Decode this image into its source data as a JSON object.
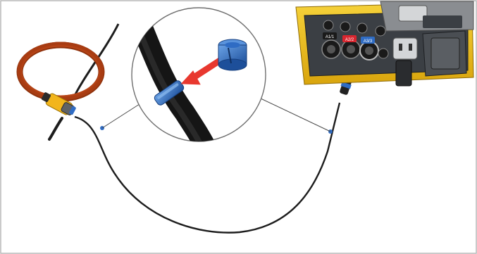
{
  "figure": {
    "colors": {
      "frame": "#b9b9b9",
      "cable": "#1d1d1d",
      "flex_coil": "#d9541f",
      "clamp_yellow": "#f2b51c",
      "marker_blue": "#2f6cc4",
      "pointer_red": "#e8382f",
      "instrument_yellow": "#f3c21e",
      "instrument_gray": "#3b3f44"
    },
    "icons": [
      "flexible-current-probe",
      "cable-marker-clip",
      "instrument-input-panel",
      "insertion-arrow"
    ],
    "instrument_labels": [
      "A1/1",
      "A2/2",
      "A3/3"
    ],
    "jack_colors": [
      "#1a1a1a",
      "#d8262f",
      "#2f6cc4"
    ]
  }
}
